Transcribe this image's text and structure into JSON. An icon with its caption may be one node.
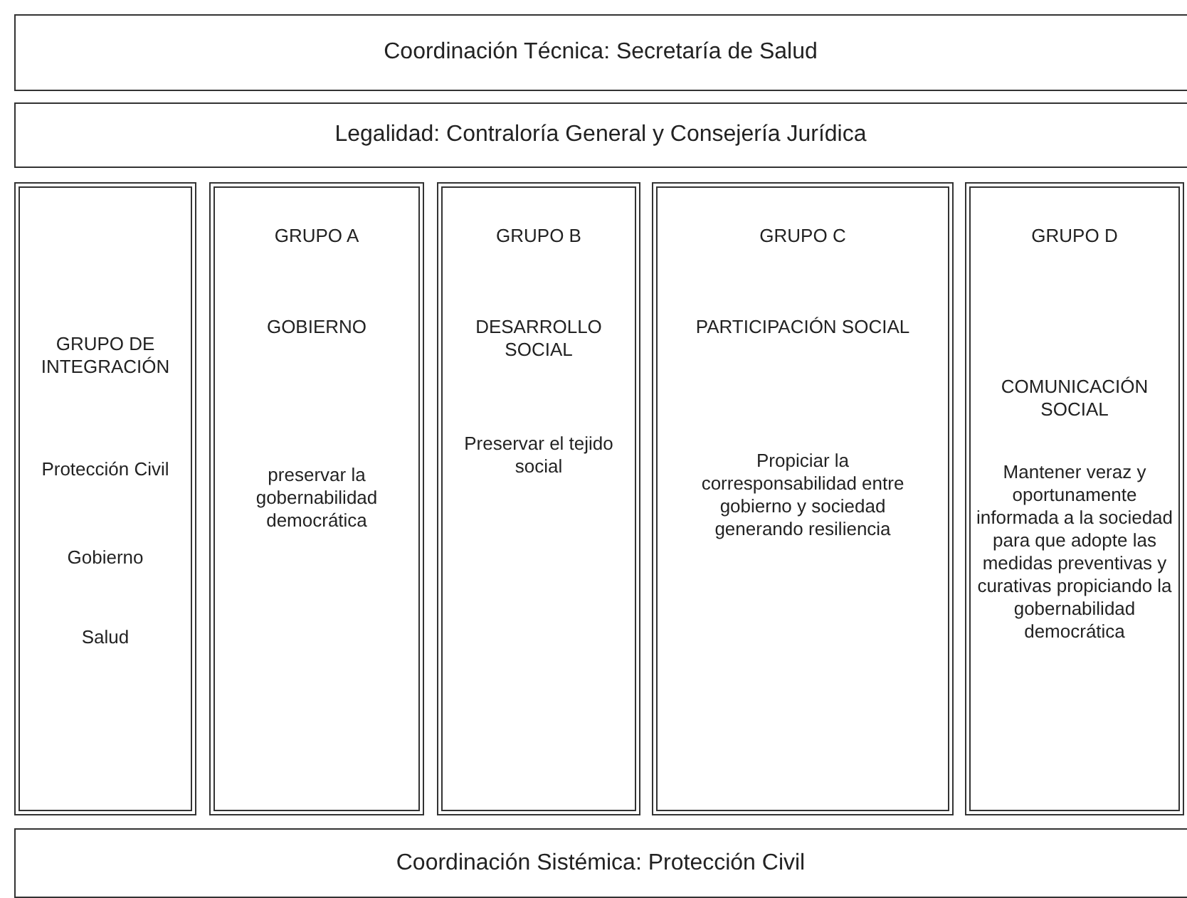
{
  "diagram": {
    "nodes": [
      {
        "text": [
          "Coordinación Técnica: Secretaría de Salud"
        ]
      },
      {
        "text": [
          "Legalidad: Contraloría General y Consejería Jurídica"
        ]
      },
      {
        "text": [
          "GRUPO DE INTEGRACIÓN",
          "Protección Civil",
          "Gobierno",
          "Salud"
        ]
      },
      {
        "text": [
          "GRUPO A",
          "GOBIERNO",
          "preservar la gobernabilidad democrática"
        ]
      },
      {
        "text": [
          "GRUPO B",
          "DESARROLLO SOCIAL",
          "Preservar el tejido social"
        ]
      },
      {
        "text": [
          "GRUPO C",
          "PARTICIPACIÓN SOCIAL",
          "Propiciar la corresponsabilidad entre gobierno y sociedad generando resiliencia"
        ]
      },
      {
        "text": [
          "GRUPO D",
          "COMUNICACIÓN SOCIAL",
          "Mantener veraz y oportunamente informada a la sociedad para que adopte las medidas preventivas y curativas propiciando la gobernabilidad democrática"
        ]
      },
      {
        "text": [
          "Coordinación Sistémica: Protección Civil"
        ]
      }
    ],
    "edges": []
  }
}
